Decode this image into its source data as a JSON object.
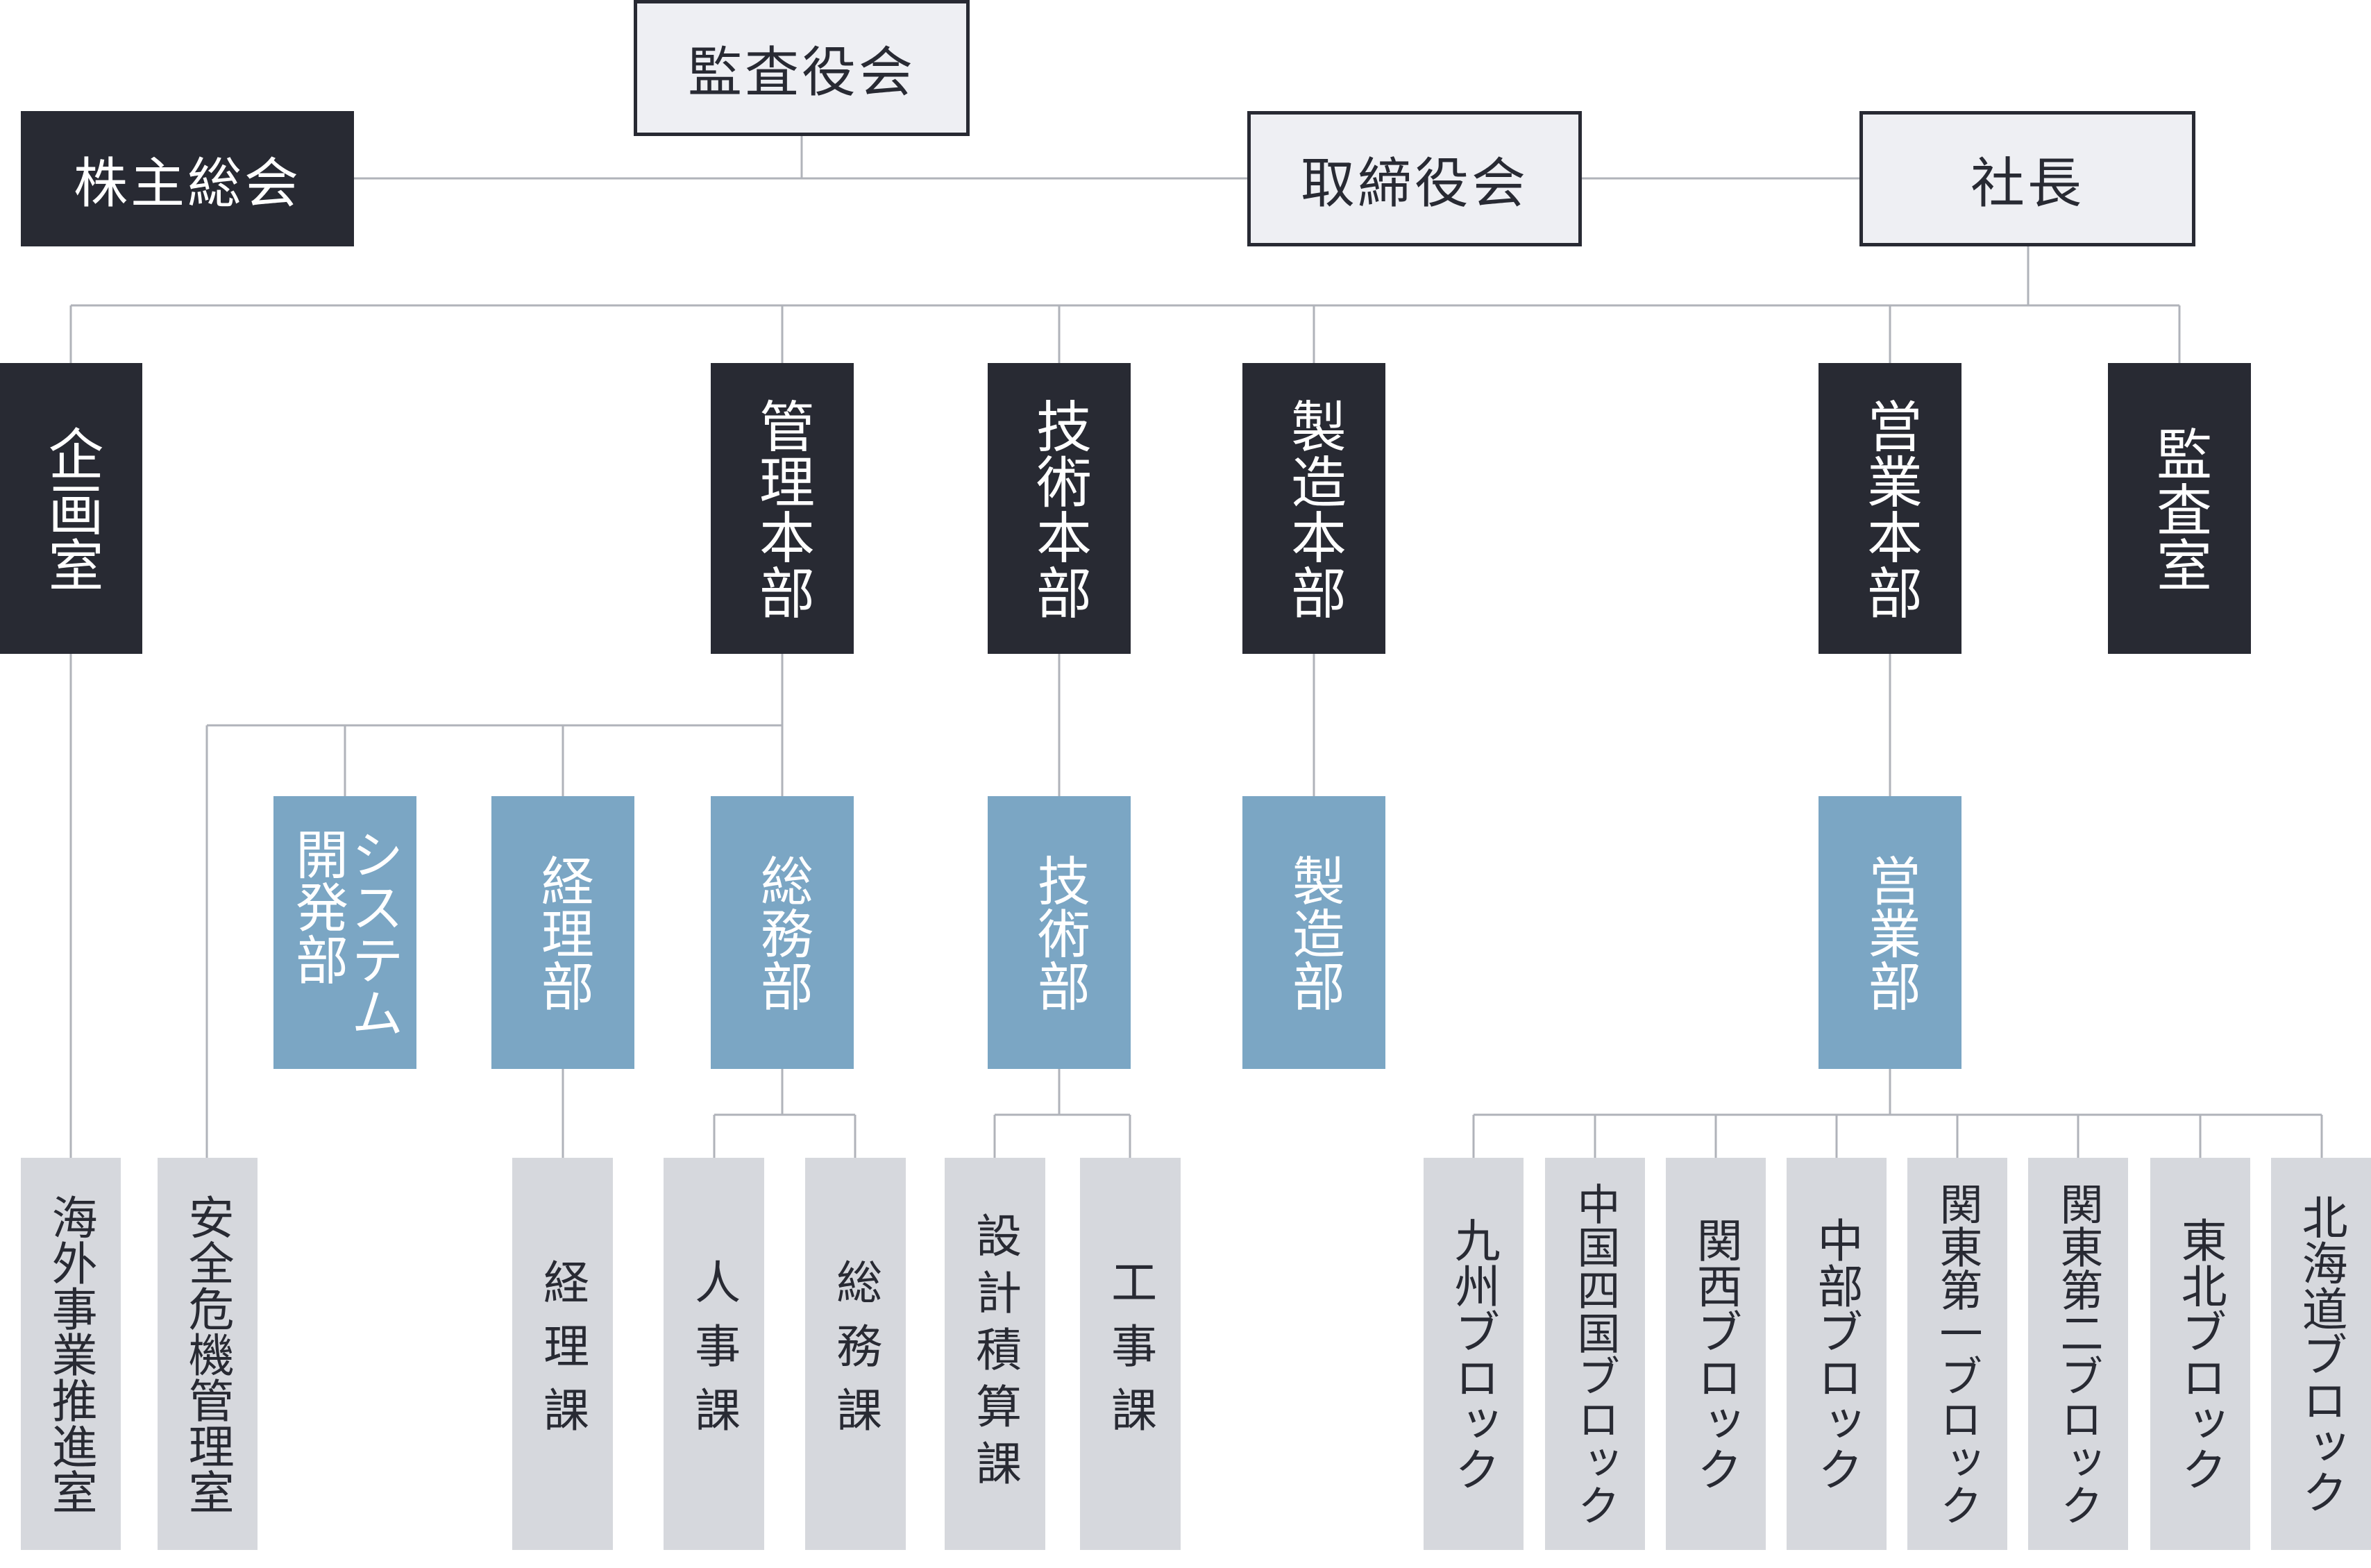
{
  "top": {
    "shareholders": "株主総会",
    "auditors": "監査役会",
    "board": "取締役会",
    "president": "社長"
  },
  "divisions": {
    "planning": "企画室",
    "management": "管理本部",
    "technology": "技術本部",
    "manufacturing": "製造本部",
    "sales": "営業本部",
    "audit": "監査室"
  },
  "departments": {
    "system_dev": "システム\n開発部",
    "accounting": "経理部",
    "general_affairs": "総務部",
    "technology": "技術部",
    "manufacturing": "製造部",
    "sales": "営業部"
  },
  "sections": {
    "overseas": "海外事業推進室",
    "safety": "安全危機管理室",
    "accounting": "経理課",
    "hr": "人事課",
    "general": "総務課",
    "estimation": "設計積算課",
    "construction": "工事課"
  },
  "blocks": {
    "kyushu": "九州ブロック",
    "chugoku_shikoku": "中国四国ブロック",
    "kansai": "関西ブロック",
    "chubu": "中部ブロック",
    "kanto1": "関東第一ブロック",
    "kanto2": "関東第二ブロック",
    "tohoku": "東北ブロック",
    "hokkaido": "北海道ブロック"
  },
  "colors": {
    "dark": "#282a33",
    "light": "#eeeff3",
    "blue": "#7ba6c4",
    "grey": "#d6d8dd",
    "line": "#b0b3ba"
  }
}
